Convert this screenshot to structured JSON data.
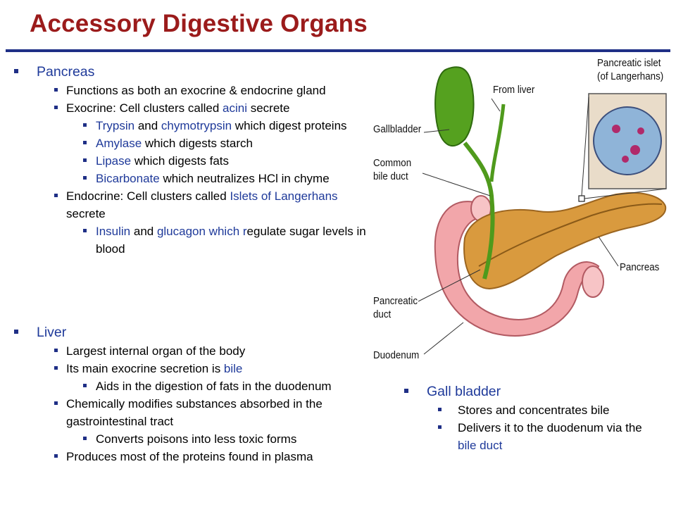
{
  "title": "Accessory Digestive Organs",
  "pancreas": {
    "heading": "Pancreas",
    "f1": "Functions as both an exocrine & endocrine gland",
    "exo_a": "Exocrine: Cell clusters called ",
    "exo_hl": "acini",
    "exo_b": " secrete",
    "tr_hl1": "Trypsin",
    "tr_mid": " and ",
    "tr_hl2": "chymotrypsin",
    "tr_b": " which digest proteins",
    "am_hl": "Amylase",
    "am_b": " which digests starch",
    "li_hl": "Lipase",
    "li_b": " which digests fats",
    "bi_hl": "Bicarbonate",
    "bi_b": " which neutralizes HCl in chyme",
    "endo_a": "Endocrine: Cell clusters called ",
    "endo_hl": "Islets of Langerhans",
    "endo_b": " secrete",
    "in_hl1": "Insulin",
    "in_mid": " and ",
    "in_hl2": "glucagon which r",
    "in_b": "egulate sugar levels in blood"
  },
  "liver": {
    "heading": "Liver",
    "i1": "Largest internal organ of the body",
    "i2_a": "Its main exocrine secretion is ",
    "i2_hl": "bile",
    "i2_sub": "Aids in the digestion of fats in the duodenum",
    "i3": "Chemically modifies substances absorbed in the gastrointestinal tract",
    "i3_sub": "Converts poisons into less toxic forms",
    "i4": "Produces most of the proteins found in plasma"
  },
  "gallbladder": {
    "heading": "Gall bladder",
    "i1": "Stores and concentrates bile",
    "i2_a": "Delivers it to the duodenum via the ",
    "i2_hl": "bile duct"
  },
  "figure": {
    "labels": {
      "from_liver": "From liver",
      "gallbladder": "Gallbladder",
      "common1": "Common",
      "common2": "bile duct",
      "islet1": "Pancreatic islet",
      "islet2": "(of Langerhans)",
      "pancreas": "Pancreas",
      "duct1": "Pancreatic",
      "duct2": "duct",
      "duodenum": "Duodenum"
    }
  },
  "colors": {
    "title": "#9b1b1b",
    "rule": "#1f2f86",
    "highlight": "#1f3a9a",
    "gallbladder": "#4f9a1c",
    "duodenum": "#f0a1a4",
    "pancreas": "#d89a3c"
  }
}
